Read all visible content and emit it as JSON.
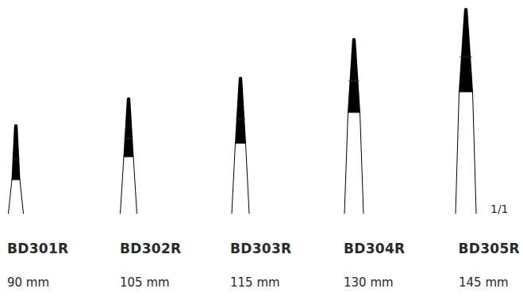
{
  "diagram": {
    "labels": [
      "BD301R",
      "BD302R",
      "BD303R",
      "BD304R",
      "BD305R",
      "90 mm",
      "105 mm",
      "115 mm",
      "130 mm",
      "145 mm",
      "1/1"
    ]
  }
}
